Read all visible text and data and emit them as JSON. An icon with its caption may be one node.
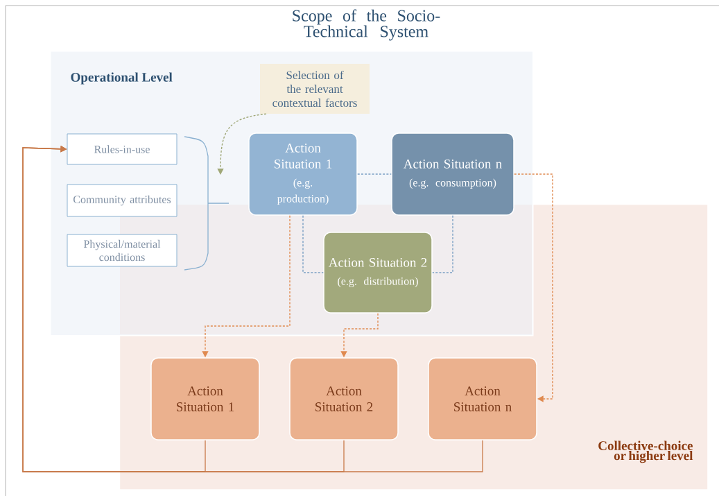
{
  "diagram": {
    "title": "Scope of the Socio-Technical System",
    "nodes": [
      {
        "text": [
          "Operational Level"
        ]
      },
      {
        "text": [
          "Collective-choice or higher level"
        ]
      },
      {
        "text": [
          "Selection of the relevant contextual factors"
        ],
        "in": 0
      },
      {
        "text": [
          "Rules-in-use"
        ],
        "in": 0
      },
      {
        "text": [
          "Community attributes"
        ],
        "in": 0
      },
      {
        "text": [
          "Physical/material conditions"
        ],
        "in": 0
      },
      {
        "text": [
          "Action Situation 1",
          "(e.g. production)"
        ],
        "in": 0
      },
      {
        "text": [
          "Action Situation n",
          "(e.g. consumption)"
        ],
        "in": 0
      },
      {
        "text": [
          "Action Situation 2",
          "(e.g. distribution)"
        ]
      },
      {
        "text": [
          "Action Situation 1"
        ],
        "in": 1
      },
      {
        "text": [
          "Action Situation 2"
        ],
        "in": 1
      },
      {
        "text": [
          "Action Situation n"
        ],
        "in": 1
      }
    ],
    "edges": [
      {
        "from": 2,
        "to": null,
        "arrow": "to",
        "style": "dashed",
        "color": "#a0a878"
      },
      {
        "from": 6,
        "to": 7,
        "arrow": "none",
        "style": "dashed",
        "color": "#7a9fc4"
      },
      {
        "from": 6,
        "to": 8,
        "arrow": "none",
        "style": "dashed",
        "color": "#7a9fc4"
      },
      {
        "from": 7,
        "to": 8,
        "arrow": "none",
        "style": "dashed",
        "color": "#7a9fc4"
      },
      {
        "from": 6,
        "to": 9,
        "arrow": "to",
        "style": "dashed",
        "color": "#e08a50"
      },
      {
        "from": 8,
        "to": 10,
        "arrow": "to",
        "style": "dashed",
        "color": "#e08a50"
      },
      {
        "from": 7,
        "to": 11,
        "arrow": "to",
        "style": "dashed",
        "color": "#e08a50"
      },
      {
        "from": 9,
        "to": 3,
        "arrow": "to",
        "color": "#c87a4a"
      },
      {
        "from": 10,
        "to": 3,
        "arrow": "to",
        "color": "#c87a4a"
      },
      {
        "from": 11,
        "to": 3,
        "arrow": "to",
        "color": "#c87a4a"
      }
    ]
  }
}
